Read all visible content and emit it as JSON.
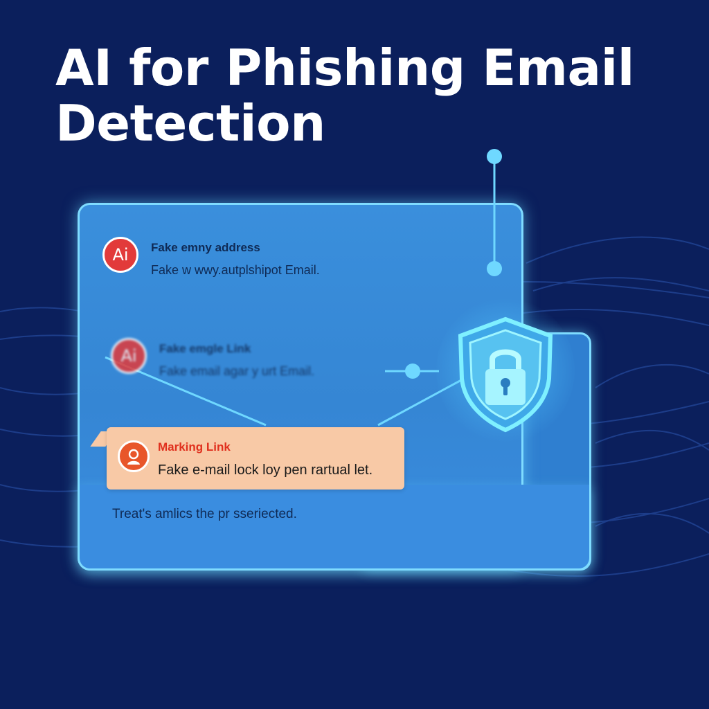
{
  "title": "AI for Phishing Email Detection",
  "panel": {
    "rows": [
      {
        "badge": "Ai",
        "title": "Fake emny address",
        "subtitle": "Fake w wwy.autplshipot Email."
      },
      {
        "badge": "Ai",
        "title": "Fake emgle Link",
        "subtitle": "Fake email agar y urt Email."
      }
    ],
    "alert": {
      "title": "Marking Link",
      "subtitle": "Fake e-mail lock loy pen rartual let."
    },
    "footer": "Treat's amlics the pr sseriected."
  },
  "colors": {
    "background": "#0b1f5c",
    "panel": "#3a8fdc",
    "glow": "#7fdcff",
    "badge": "#e23a3a",
    "alert_bg": "#f8c9a6",
    "alert_title": "#e0301e",
    "shield": "#5ee6ff"
  },
  "icons": [
    "ai-badge-icon",
    "user-warning-icon",
    "lock-shield-icon"
  ]
}
